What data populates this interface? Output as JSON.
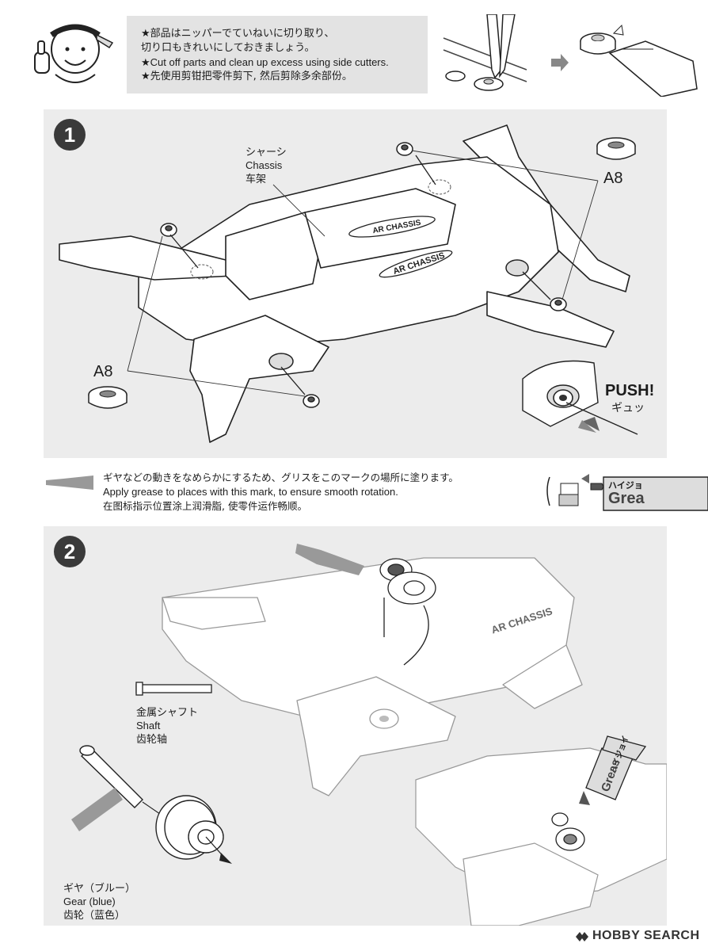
{
  "note": {
    "jp": "★部品はニッパーでていねいに切り取り、",
    "jp2": "切り口もきれいにしておきましょう。",
    "en": "★Cut off parts and clean up excess using side cutters.",
    "cn": "★先使用剪钳把零件剪下, 然后剪除多余部份。"
  },
  "step1": {
    "number": "1",
    "chassis_jp": "シャーシ",
    "chassis_en": "Chassis",
    "chassis_cn": "车架",
    "part_a8_top": "A8",
    "part_a8_left": "A8",
    "push_en": "PUSH!",
    "push_jp": "ギュッ",
    "logo_text": "AR CHASSIS"
  },
  "grease": {
    "jp": "ギヤなどの動きをなめらかにするため、グリスをこのマークの場所に塗ります。",
    "en": "Apply grease to places with this mark, to ensure smooth rotation.",
    "cn": "在图标指示位置涂上润滑脂, 使零件运作畅顺。",
    "tube_jp": "ハイジョ",
    "tube_en": "Grea"
  },
  "step2": {
    "number": "2",
    "shaft_jp": "金属シャフト",
    "shaft_en": "Shaft",
    "shaft_cn": "齿轮轴",
    "gear_jp": "ギヤ（ブルー）",
    "gear_en": "Gear (blue)",
    "gear_cn": "齿轮（蓝色）",
    "tube_jp": "ハイジョイ",
    "tube_en": "Greas",
    "logo_text": "AR CHASSIS"
  },
  "watermark": "HOBBY SEARCH",
  "colors": {
    "panel": "#ececec",
    "note": "#e3e3e3",
    "badge": "#3a3a3a"
  }
}
